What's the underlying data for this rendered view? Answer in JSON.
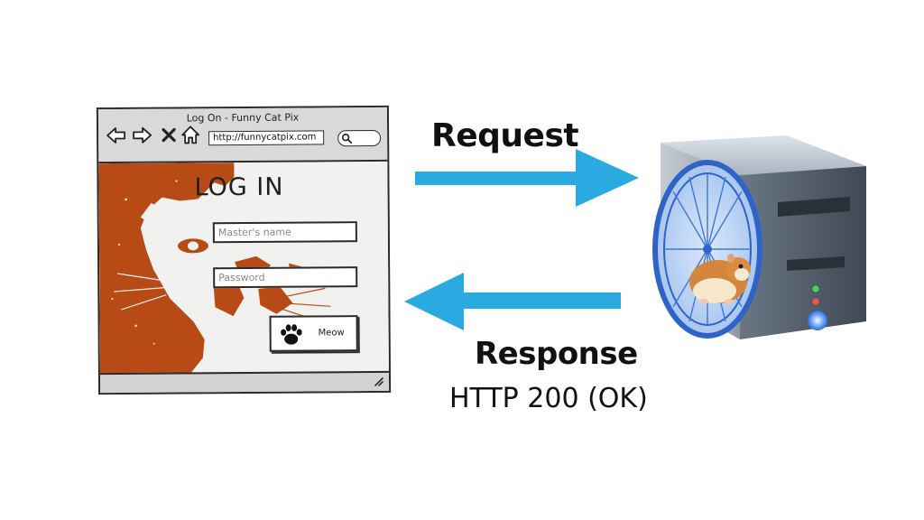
{
  "browser": {
    "window_title": "Log On - Funny Cat Pix",
    "url": "http://funnycatpix.com",
    "heading": "LOG IN",
    "username_placeholder": "Master's name",
    "password_placeholder": "Password",
    "submit_label": "Meow"
  },
  "flow": {
    "request_label": "Request",
    "response_label": "Response",
    "response_status": "HTTP 200 (OK)"
  },
  "colors": {
    "arrow": "#29abe2",
    "cat_fill": "#b84a15",
    "browser_chrome": "#d9d9d9",
    "server_body": "#4a5561",
    "server_wheel": "#3a78d6"
  },
  "icons": [
    "back-arrow-icon",
    "forward-arrow-icon",
    "stop-x-icon",
    "home-icon",
    "search-icon",
    "paw-icon",
    "resize-grip-icon",
    "server-icon",
    "hamster-wheel-icon"
  ]
}
